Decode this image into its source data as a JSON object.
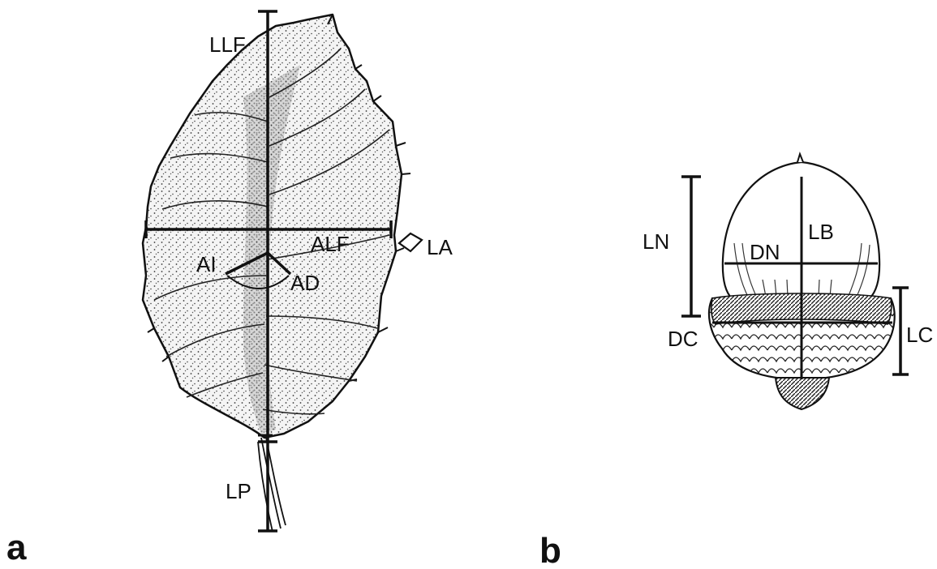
{
  "panels": {
    "a": {
      "letter": "a",
      "labels": {
        "llf": "LLF",
        "alf": "ALF",
        "la": "LA",
        "ai": "AI",
        "ad": "AD",
        "lp": "LP"
      }
    },
    "b": {
      "letter": "b",
      "labels": {
        "ln": "LN",
        "lb": "LB",
        "dn": "DN",
        "dc": "DC",
        "lc": "LC"
      }
    }
  }
}
